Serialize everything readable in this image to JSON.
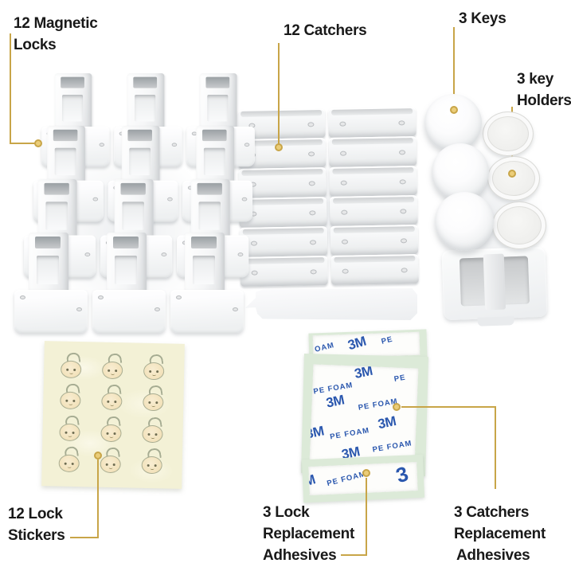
{
  "background_color": "#ffffff",
  "accent": {
    "leader_line_color": "#c8a548",
    "leader_dot_fill": "#ebcd79",
    "label_text_color": "#191919"
  },
  "callouts": {
    "magnetic_locks": {
      "lines": [
        "12 Magnetic",
        "Locks"
      ],
      "count": 12
    },
    "catchers": {
      "lines": [
        "12 Catchers"
      ],
      "count": 12
    },
    "keys": {
      "lines": [
        "3 Keys"
      ],
      "count": 3
    },
    "key_holders": {
      "lines": [
        "3 key",
        "Holders"
      ],
      "count": 3
    },
    "lock_stickers": {
      "lines": [
        "12 Lock",
        "Stickers"
      ],
      "count": 12
    },
    "lock_replacement_adhesives": {
      "lines": [
        "3 Lock",
        "Replacement",
        "Adhesives"
      ],
      "count": 3
    },
    "catchers_replacement_adhesives": {
      "lines": [
        "3 Catchers",
        "Replacement",
        "Adhesives"
      ],
      "count": 3
    }
  },
  "adhesive": {
    "brand": "3M",
    "material": "PE FOAM",
    "brand_color": "#2a57ae",
    "sheet_color": "#dcead8",
    "fragments": {
      "foam_cut": "OAM",
      "pe_cut": "PE",
      "m_cut": "M",
      "three_cut": "3"
    }
  },
  "sticker_sheet": {
    "color": "#f3f1d6",
    "rows": 4,
    "cols": 3
  },
  "products": {
    "lock_grid": {
      "rows": 4,
      "cols": 3
    },
    "catcher_grid": {
      "rows": 6,
      "cols": 2
    },
    "keys": 3,
    "key_holders": 3
  }
}
